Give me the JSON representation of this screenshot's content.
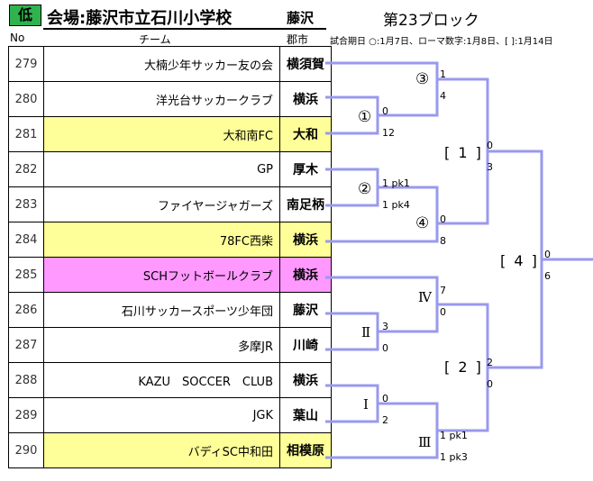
{
  "header": {
    "badge": "低",
    "venue": "会場:藤沢市立石川小学校",
    "city": "藤沢",
    "block": "第23ブロック",
    "col_no": "No",
    "col_team": "チーム",
    "col_city": "郡市",
    "legend": "試合期日 ○:1月7日、ローマ数字:1月8日、[ ]:1月14日"
  },
  "teams": [
    {
      "no": "279",
      "name": "大楠少年サッカー友の会",
      "city": "横須賀",
      "highlight": ""
    },
    {
      "no": "280",
      "name": "洋光台サッカークラブ",
      "city": "横浜",
      "highlight": ""
    },
    {
      "no": "281",
      "name": "大和南FC",
      "city": "大和",
      "highlight": "yellow"
    },
    {
      "no": "282",
      "name": "GP",
      "city": "厚木",
      "highlight": ""
    },
    {
      "no": "283",
      "name": "ファイヤージャガーズ",
      "city": "南足柄",
      "highlight": ""
    },
    {
      "no": "284",
      "name": "78FC西柴",
      "city": "横浜",
      "highlight": "yellow"
    },
    {
      "no": "285",
      "name": "SCHフットボールクラブ",
      "city": "横浜",
      "highlight": "pink"
    },
    {
      "no": "286",
      "name": "石川サッカースポーツ少年団",
      "city": "藤沢",
      "highlight": ""
    },
    {
      "no": "287",
      "name": "多摩JR",
      "city": "川崎",
      "highlight": ""
    },
    {
      "no": "288",
      "name": "KAZU　SOCCER　CLUB",
      "city": "横浜",
      "highlight": ""
    },
    {
      "no": "289",
      "name": "JGK",
      "city": "葉山",
      "highlight": ""
    },
    {
      "no": "290",
      "name": "バディSC中和田",
      "city": "相模原",
      "highlight": "yellow"
    }
  ],
  "bracket": {
    "line_color": "#9999ee",
    "matches": {
      "m1": {
        "mark": "①",
        "top": "0",
        "bottom": "12"
      },
      "m2": {
        "mark": "②",
        "top": "1 pk1",
        "bottom": "1 pk4"
      },
      "m3": {
        "mark": "③",
        "top": "1",
        "bottom": "4"
      },
      "m4": {
        "mark": "④",
        "top": "0",
        "bottom": "8"
      },
      "mI": {
        "mark": "Ⅰ",
        "top": "0",
        "bottom": "2"
      },
      "mII": {
        "mark": "Ⅱ",
        "top": "3",
        "bottom": "0"
      },
      "mIII": {
        "mark": "Ⅲ",
        "top": "1 pk1",
        "bottom": "1 pk3"
      },
      "mIV": {
        "mark": "Ⅳ",
        "top": "7",
        "bottom": "0"
      },
      "s1": {
        "mark": "[ 1 ]",
        "top": "0",
        "bottom": "3"
      },
      "s2": {
        "mark": "[ 2 ]",
        "top": "2",
        "bottom": "0"
      },
      "s4": {
        "mark": "[ 4 ]",
        "top": "0",
        "bottom": "6"
      }
    }
  }
}
